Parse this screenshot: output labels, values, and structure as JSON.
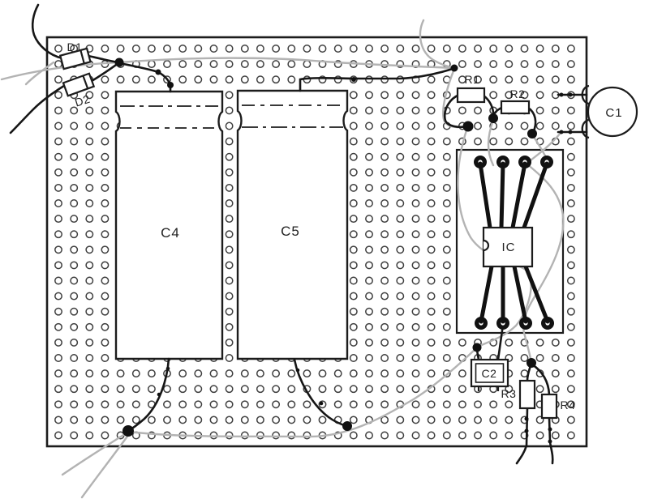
{
  "labels": {
    "d1": "D1",
    "d2": "D2",
    "c4": "C4",
    "c5": "C5",
    "r1": "R1",
    "r2": "R2",
    "c1": "C1",
    "ic": "IC",
    "c2": "C2",
    "r3": "R3",
    "r4": "R4"
  },
  "colors": {
    "ink": "#1c1c1c",
    "hookup_wire": "#b3b3b3",
    "hole_stroke": "#3f3f3f",
    "board_fill": "#ffffff",
    "solder": "#111111"
  }
}
